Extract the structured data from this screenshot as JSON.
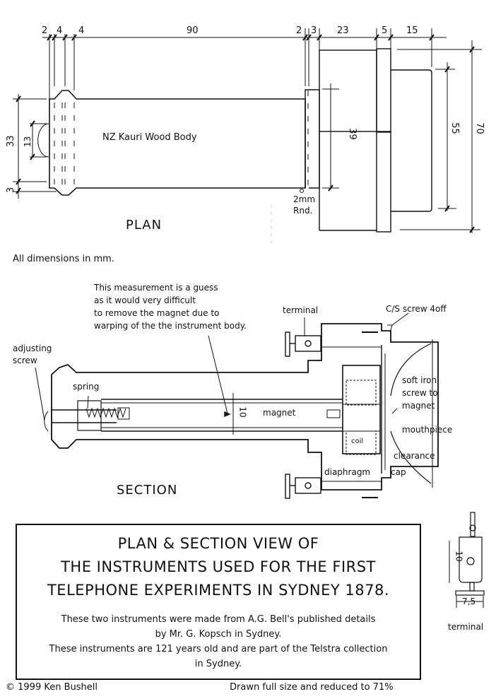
{
  "plan": {
    "title": "PLAN",
    "body_label": "NZ Kauri Wood Body",
    "note": "All dimensions in mm.",
    "dims_top": [
      "2",
      "4",
      "4",
      "90",
      "2",
      "3",
      "23",
      "5",
      "15"
    ],
    "dims_left": [
      "33",
      "13",
      "3"
    ],
    "dims_right": [
      "39",
      "55",
      "70"
    ],
    "round_note": [
      "2mm",
      "Rnd."
    ]
  },
  "section": {
    "title": "SECTION",
    "guess_note": [
      "This measurement is a guess",
      "as it would very difficult",
      "to remove the magnet due to",
      "warping of the the instrument body."
    ],
    "labels": {
      "adjusting_screw": [
        "adjusting",
        "screw"
      ],
      "spring": "spring",
      "magnet": "magnet",
      "magnet_dim": "10",
      "terminal": "terminal",
      "cs_screw": "C/S screw 4off",
      "soft_iron": [
        "soft iron",
        "screw to",
        "magnet"
      ],
      "mouthpiece": "mouthpiece",
      "clearance": "clearance",
      "cap": "cap",
      "diaphragm": "diaphragm",
      "coil": "coil"
    }
  },
  "terminal_detail": {
    "label": "terminal",
    "height_dim": "10",
    "width_dim": "7,5"
  },
  "title_block": {
    "lines": [
      "PLAN & SECTION VIEW OF",
      "THE INSTRUMENTS USED FOR THE FIRST",
      "TELEPHONE EXPERIMENTS IN SYDNEY 1878."
    ],
    "body": [
      "These  two instruments were made from A.G. Bell's published details",
      "by Mr. G. Kopsch in Sydney.",
      "These instruments are 121 years old and are part of the Telstra collection",
      "in Sydney."
    ]
  },
  "footer": {
    "copyright": "© 1999 Ken Bushell",
    "scale_note": "Drawn full size and reduced to 71%"
  }
}
